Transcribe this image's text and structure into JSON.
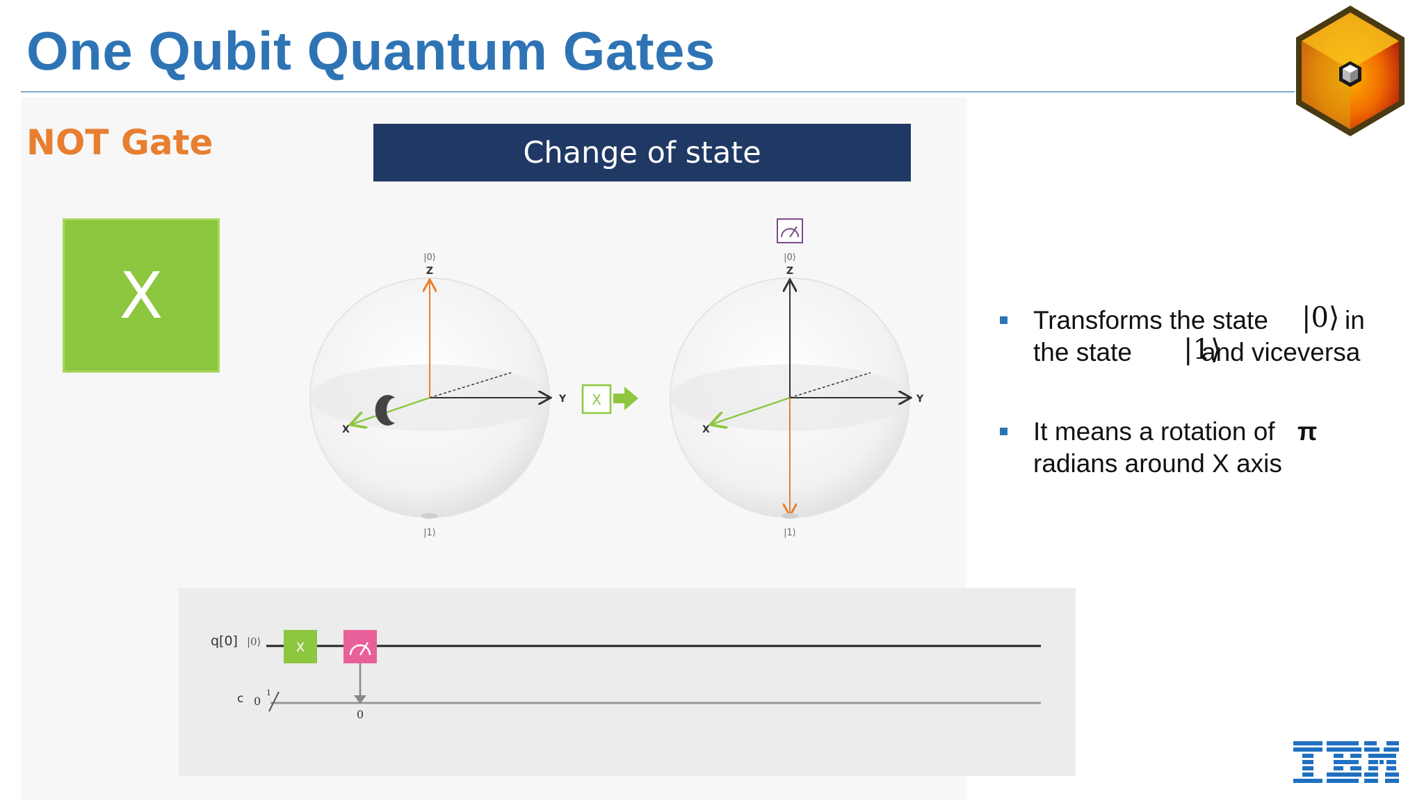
{
  "slide": {
    "title": "One Qubit Quantum Gates",
    "subtitle": "NOT Gate",
    "banner": "Change of state",
    "gate_symbol": "X"
  },
  "bloch": {
    "ket0": "|0⟩",
    "ket1": "|1⟩",
    "axis_z": "Z",
    "axis_x": "X",
    "axis_y": "Y",
    "arrow_gate": "X"
  },
  "bullets": [
    {
      "line1": "Transforms the state",
      "ket": "|0⟩",
      "line1_end": "in",
      "line2": "the state",
      "ket2": "|1⟩",
      "line2_end": "and  viceversa"
    },
    {
      "line1": "It means a rotation of",
      "symbol": "π",
      "line2": "radians around  X axis"
    }
  ],
  "circuit": {
    "qubit_label": "q[0]",
    "qubit_init": "|0⟩",
    "classical_label": "c",
    "classical_index": "0",
    "classical_width": "1",
    "gate_x": "X",
    "measure_target": "0"
  },
  "colors": {
    "title": "#2e74b5",
    "subtitle": "#e87e2f",
    "banner": "#203864",
    "x_gate": "#8dc63f",
    "measure_gate": "#e8609a",
    "state_vector": "#e87e2f",
    "x_axis": "#8dc63f"
  },
  "icons": [
    "cube-logo-icon",
    "ibm-logo-icon",
    "measure-icon",
    "moon-icon",
    "arrow-right-icon"
  ]
}
